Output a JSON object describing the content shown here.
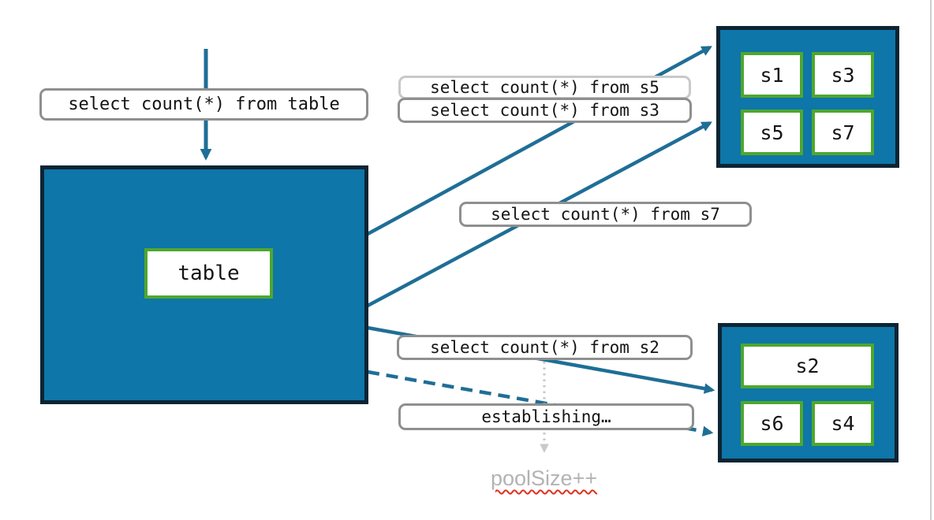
{
  "colors": {
    "node_fill": "#0e76a8",
    "node_border": "#0d2433",
    "shard_border": "#4ea72e",
    "arrow": "#1f6e96",
    "label_border": "#8f8f8f",
    "label_border_light": "#c9c9c9",
    "dotted_arrow": "#c9c9c9",
    "muted_text": "#b3b3b3",
    "spellcheck": "#e0301e",
    "slide_edge": "#cfcfcf"
  },
  "nodes": {
    "table": {
      "label": "table"
    },
    "shard_group_top": {
      "shards": [
        "s1",
        "s3",
        "s5",
        "s7"
      ]
    },
    "shard_group_bottom": {
      "shards": [
        "s2",
        "s6",
        "s4"
      ]
    }
  },
  "labels": {
    "query_table": "select count(*) from table",
    "query_s5": "select count(*) from s5",
    "query_s3": "select count(*) from s3",
    "query_s7": "select count(*) from s7",
    "query_s2": "select count(*) from s2",
    "establishing": "establishing…",
    "pool_size": "poolSize++"
  }
}
